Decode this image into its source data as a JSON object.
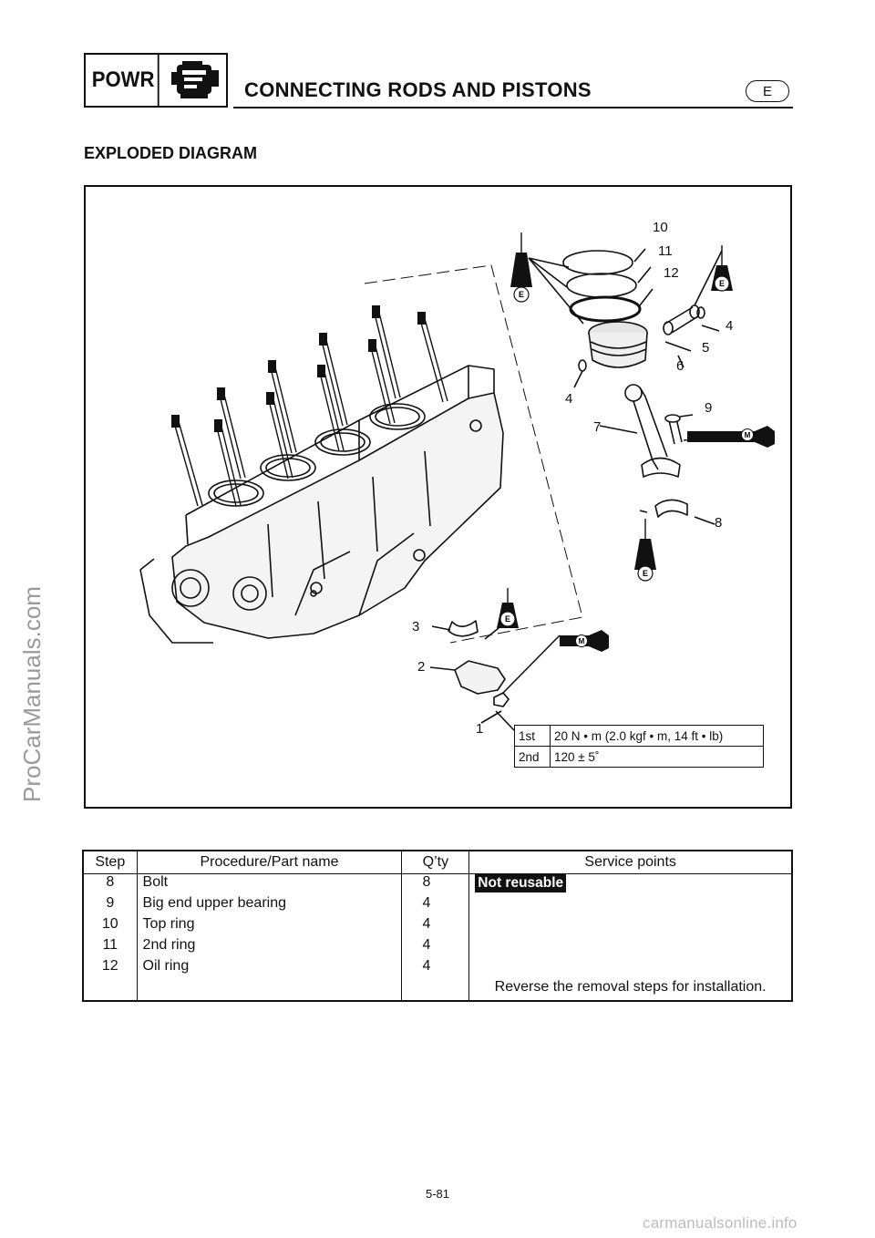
{
  "header": {
    "section_label": "POWR",
    "icon": "engine-block-icon",
    "title": "CONNECTING RODS AND PISTONS",
    "lang": "E"
  },
  "diagram": {
    "heading": "EXPLODED DIAGRAM",
    "callouts": [
      "1",
      "2",
      "3",
      "4",
      "4",
      "5",
      "6",
      "7",
      "8",
      "9",
      "10",
      "11",
      "12"
    ],
    "symbols": {
      "engine_oil": "E",
      "moly_grease": "M"
    },
    "torque": [
      {
        "step": "1st",
        "value": "20 N • m (2.0 kgf • m, 14 ft • lb)"
      },
      {
        "step": "2nd",
        "value": "120 ± 5˚"
      }
    ]
  },
  "procedure_table": {
    "headers": [
      "Step",
      "Procedure/Part name",
      "Q’ty",
      "Service points"
    ],
    "rows": [
      {
        "step": "8",
        "name": "Bolt",
        "qty": "8",
        "note": "Not reusable"
      },
      {
        "step": "9",
        "name": "Big end upper bearing",
        "qty": "4",
        "note": ""
      },
      {
        "step": "10",
        "name": "Top ring",
        "qty": "4",
        "note": ""
      },
      {
        "step": "11",
        "name": "2nd ring",
        "qty": "4",
        "note": ""
      },
      {
        "step": "12",
        "name": "Oil ring",
        "qty": "4",
        "note": ""
      }
    ],
    "footer_note": "Reverse the removal steps for installation."
  },
  "page_number": "5-81",
  "watermark": "ProCarManuals.com",
  "site_mark": "carmanualsonline.info"
}
